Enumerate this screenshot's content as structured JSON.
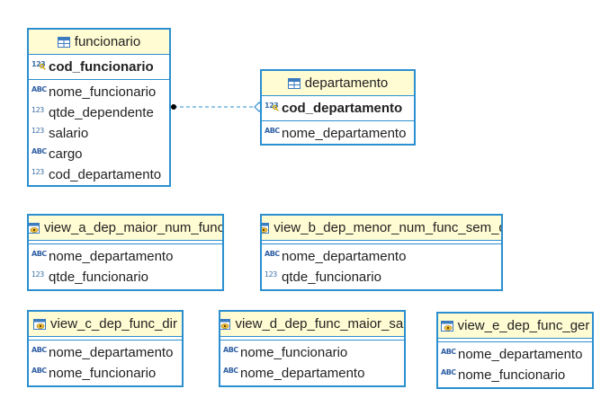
{
  "entities": {
    "funcionario": {
      "title": "funcionario",
      "pk": [
        {
          "type": "123",
          "name": "cod_funcionario"
        }
      ],
      "cols": [
        {
          "type": "abc",
          "name": "nome_funcionario"
        },
        {
          "type": "123",
          "name": "qtde_dependente"
        },
        {
          "type": "123",
          "name": "salario"
        },
        {
          "type": "abc",
          "name": "cargo"
        },
        {
          "type": "123",
          "name": "cod_departamento"
        }
      ]
    },
    "departamento": {
      "title": "departamento",
      "pk": [
        {
          "type": "123",
          "name": "cod_departamento"
        }
      ],
      "cols": [
        {
          "type": "abc",
          "name": "nome_departamento"
        }
      ]
    },
    "view_a": {
      "title": "view_a_dep_maior_num_func",
      "cols": [
        {
          "type": "abc",
          "name": "nome_departamento"
        },
        {
          "type": "123",
          "name": "qtde_funcionario"
        }
      ]
    },
    "view_b": {
      "title": "view_b_dep_menor_num_func_sem_d",
      "cols": [
        {
          "type": "abc",
          "name": "nome_departamento"
        },
        {
          "type": "123",
          "name": "qtde_funcionario"
        }
      ]
    },
    "view_c": {
      "title": "view_c_dep_func_dir",
      "cols": [
        {
          "type": "abc",
          "name": "nome_departamento"
        },
        {
          "type": "abc",
          "name": "nome_funcionario"
        }
      ]
    },
    "view_d": {
      "title": "view_d_dep_func_maior_sal",
      "cols": [
        {
          "type": "abc",
          "name": "nome_funcionario"
        },
        {
          "type": "abc",
          "name": "nome_departamento"
        }
      ]
    },
    "view_e": {
      "title": "view_e_dep_func_ger",
      "cols": [
        {
          "type": "abc",
          "name": "nome_departamento"
        },
        {
          "type": "abc",
          "name": "nome_funcionario"
        }
      ]
    }
  },
  "type_glyphs": {
    "123": "123",
    "abc": "ABC"
  },
  "colors": {
    "border": "#2b8fd0",
    "header_bg": "#fffbd2",
    "text": "#222222"
  }
}
